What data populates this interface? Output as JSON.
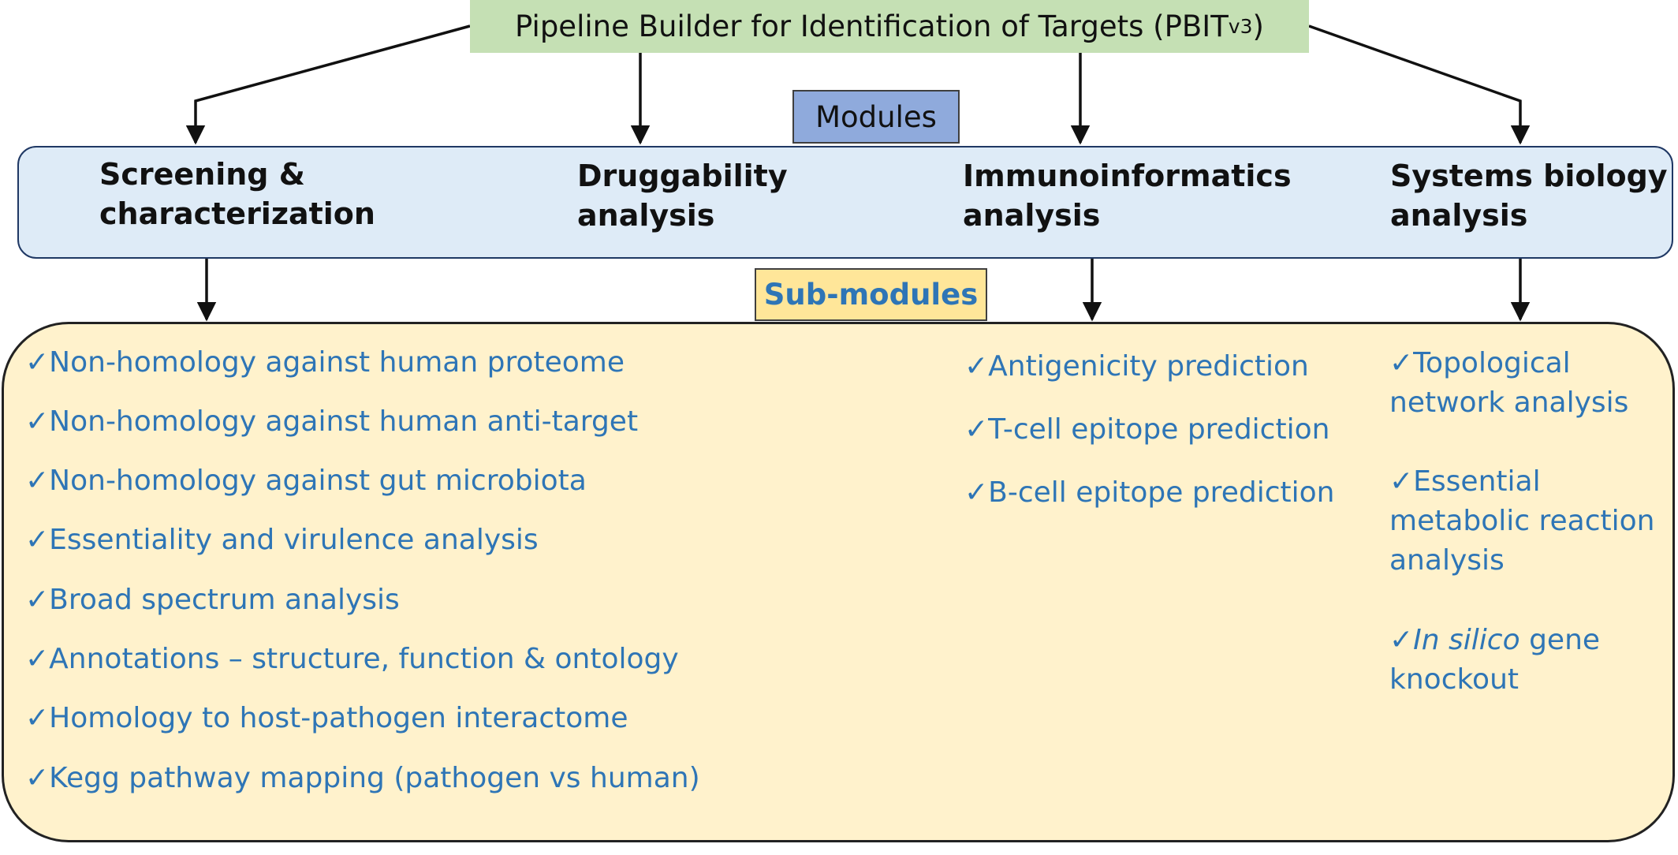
{
  "title": {
    "text": "Pipeline Builder for Identification of Targets (PBIT",
    "sub": "v3",
    "close": ")"
  },
  "modules_label": "Modules",
  "modules": [
    {
      "line1": "Screening &",
      "line2": "characterization"
    },
    {
      "line1": "Druggability",
      "line2": "analysis"
    },
    {
      "line1": "Immunoinformatics",
      "line2": "analysis"
    },
    {
      "line1": "Systems biology",
      "line2": "analysis"
    }
  ],
  "submodules_label": "Sub-modules",
  "check_mark": "✓",
  "screening_items": [
    "Non-homology against human proteome",
    "Non-homology against human anti-target",
    "Non-homology against gut microbiota",
    "Essentiality and virulence analysis",
    "Broad spectrum analysis",
    "Annotations – structure, function & ontology",
    "Homology to host-pathogen interactome",
    "Kegg pathway mapping (pathogen vs human)"
  ],
  "immuno_items": [
    "Antigenicity prediction",
    "T-cell epitope prediction",
    "B-cell epitope prediction"
  ],
  "systems_items": [
    {
      "line1": "Topological",
      "line2": "network analysis"
    },
    {
      "line1": "Essential",
      "line2": "metabolic reaction",
      "line3": "analysis"
    },
    {
      "italic": "In silico",
      "line1": " gene",
      "line2": "knockout"
    }
  ],
  "colors": {
    "title_bg": "#c5e0b4",
    "modules_bg": "#8faadc",
    "band_bg": "#deebf7",
    "sub_label_bg": "#ffe699",
    "panel_bg": "#fff2cc",
    "item_text": "#2e75b6"
  }
}
